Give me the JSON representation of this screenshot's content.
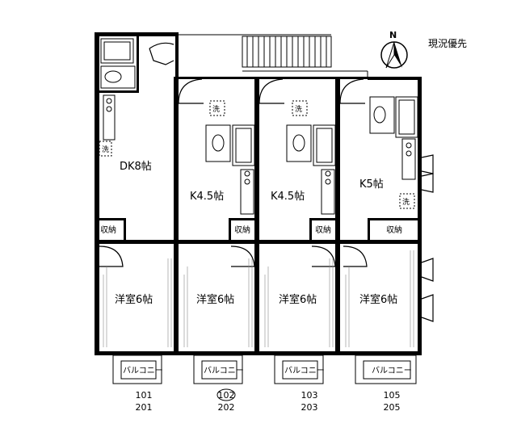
{
  "legend": {
    "north_label": "N",
    "note": "現況優先"
  },
  "units": [
    {
      "kitchen": "DK8帖",
      "bedroom": "洋室6帖",
      "storage": "収納",
      "balcony": "バルコニー",
      "num_lower": "101",
      "num_upper": "201",
      "num_lower_circled": false
    },
    {
      "kitchen": "K4.5帖",
      "bedroom": "洋室6帖",
      "storage": "収納",
      "balcony": "バルコニー",
      "num_lower": "102",
      "num_upper": "202",
      "num_lower_circled": true
    },
    {
      "kitchen": "K4.5帖",
      "bedroom": "洋室6帖",
      "storage": "収納",
      "balcony": "バルコニー",
      "num_lower": "103",
      "num_upper": "203",
      "num_lower_circled": false
    },
    {
      "kitchen": "K5帖",
      "bedroom": "洋室6帖",
      "storage": "収納",
      "balcony": "バルコニー",
      "num_lower": "105",
      "num_upper": "205",
      "num_lower_circled": false
    }
  ],
  "washer_mark": "洗"
}
